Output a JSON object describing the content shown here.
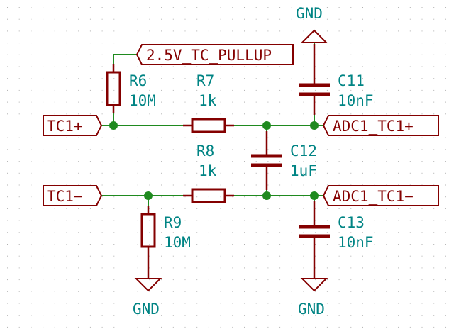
{
  "schematic": {
    "colors": {
      "wire": "#1f8a1f",
      "component": "#840000",
      "reference_text": "#008484",
      "background": "#ffffff",
      "grid_dot": "#b0b0b0"
    },
    "labels": {
      "tc1_plus": "TC1+",
      "tc1_minus": "TC1−",
      "pullup": "2.5V_TC_PULLUP",
      "adc_plus": "ADC1_TC1+",
      "adc_minus": "ADC1_TC1−"
    },
    "components": {
      "r6": {
        "ref": "R6",
        "value": "10M"
      },
      "r7": {
        "ref": "R7",
        "value": "1k"
      },
      "r8": {
        "ref": "R8",
        "value": "1k"
      },
      "r9": {
        "ref": "R9",
        "value": "10M"
      },
      "c11": {
        "ref": "C11",
        "value": "10nF"
      },
      "c12": {
        "ref": "C12",
        "value": "1uF"
      },
      "c13": {
        "ref": "C13",
        "value": "10nF"
      }
    },
    "power": {
      "gnd_top": "GND",
      "gnd_r9": "GND",
      "gnd_c13": "GND"
    }
  }
}
